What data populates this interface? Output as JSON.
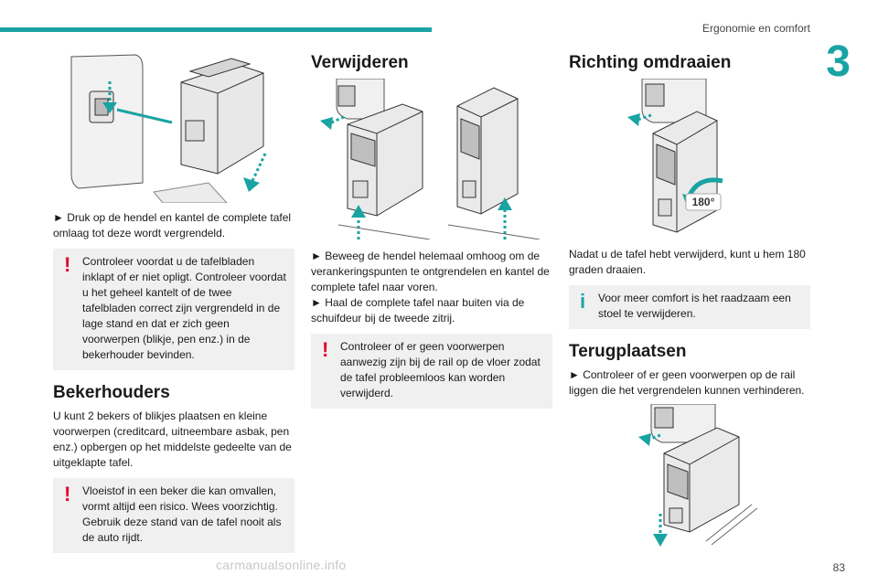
{
  "header": {
    "section_title": "Ergonomie en comfort",
    "chapter_number": "3",
    "page_number": "83"
  },
  "col1": {
    "step1": "► Druk op de hendel en kantel de complete tafel omlaag tot deze wordt vergrendeld.",
    "warning1": "Controleer voordat u de tafelbladen inklapt of er niet opligt. Controleer voordat u het geheel kantelt of de twee tafelbladen correct zijn vergrendeld in de lage stand en dat er zich geen voorwerpen (blikje, pen enz.) in de bekerhouder bevinden.",
    "heading": "Bekerhouders",
    "body": "U kunt 2 bekers of blikjes plaatsen en kleine voorwerpen (creditcard, uitneembare asbak, pen enz.) opbergen op het middelste gedeelte van de uitgeklapte tafel.",
    "warning2": "Vloeistof in een beker die kan omvallen, vormt altijd een risico. Wees voorzichtig. Gebruik deze stand van de tafel nooit als de auto rijdt."
  },
  "col2": {
    "heading": "Verwijderen",
    "step1": "► Beweeg de hendel helemaal omhoog om de verankeringspunten te ontgrendelen en kantel de complete tafel naar voren.",
    "step2": "► Haal de complete tafel naar buiten via de schuifdeur bij de tweede zitrij.",
    "warning": "Controleer of er geen voorwerpen aanwezig zijn bij de rail op de vloer zodat de tafel probleemloos kan worden verwijderd."
  },
  "col3": {
    "heading": "Richting omdraaien",
    "rotation_label": "180°",
    "body": "Nadat u de tafel hebt verwijderd, kunt u hem 180 graden draaien.",
    "info": "Voor meer comfort is het raadzaam een stoel te verwijderen.",
    "heading2": "Terugplaatsen",
    "step1": "► Controleer of er geen voorwerpen op de rail liggen die het vergrendelen kunnen verhinderen."
  },
  "footer": {
    "watermark": "carmanualsonline.info"
  },
  "colors": {
    "accent": "#1aa3a3",
    "warning": "#e4002b",
    "note_bg": "#f0f0f0"
  }
}
